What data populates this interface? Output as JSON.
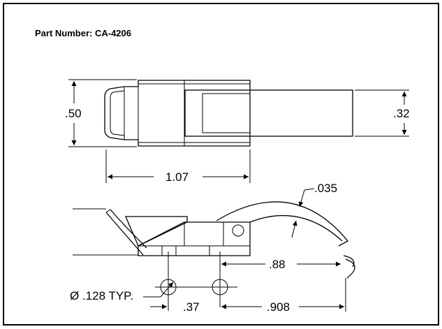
{
  "title": "Part Number: CA-4206",
  "dimensions": {
    "height_overall": ".50",
    "height_keeper": ".32",
    "length_overall": "1.07",
    "wire_thickness": ".035",
    "span_hook": ".88",
    "hole_diameter": "Ø .128 TYP.",
    "hole_spacing": ".37",
    "span_keeper": ".908"
  }
}
